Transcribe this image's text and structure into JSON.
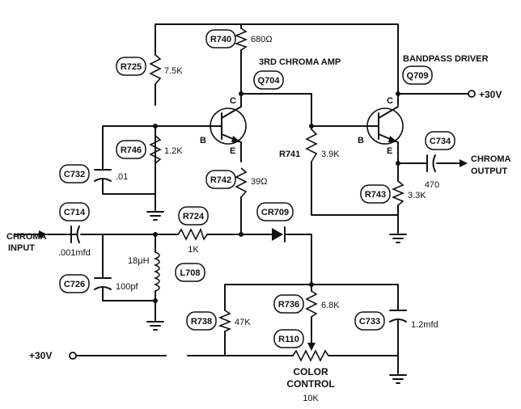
{
  "refs": {
    "R740": "R740",
    "R725": "R725",
    "R746": "R746",
    "R742": "R742",
    "C732": "C732",
    "C714": "C714",
    "C726": "C726",
    "R724": "R724",
    "CR709": "CR709",
    "Q704": "Q704",
    "Q709": "Q709",
    "C734": "C734",
    "R743": "R743",
    "L708": "L708",
    "R738": "R738",
    "R736": "R736",
    "R110": "R110",
    "C733": "C733",
    "R741": "R741"
  },
  "values": {
    "R740": "680Ω",
    "R725": "7.5K",
    "R746": "1.2K",
    "C732": ".01",
    "R742": "39Ω",
    "R724": "1K",
    "C714": ".001mfd",
    "L708": "18μH",
    "C726": "100pf",
    "R741": "3.9K",
    "R743": "3.3K",
    "C734": "470",
    "R738": "47K",
    "R736": "6.8K",
    "C733": "1.2mfd",
    "R110": "10K"
  },
  "labels": {
    "chroma_amp": "3RD CHROMA AMP",
    "bandpass_driver": "BANDPASS DRIVER",
    "supply_right": "+30V",
    "supply_left": "+30V",
    "chroma_input_1": "CHROMA",
    "chroma_input_2": "INPUT",
    "chroma_output_1": "CHROMA",
    "chroma_output_2": "OUTPUT",
    "color_control_1": "COLOR",
    "color_control_2": "CONTROL",
    "pin_c": "C",
    "pin_b": "B",
    "pin_e": "E"
  }
}
